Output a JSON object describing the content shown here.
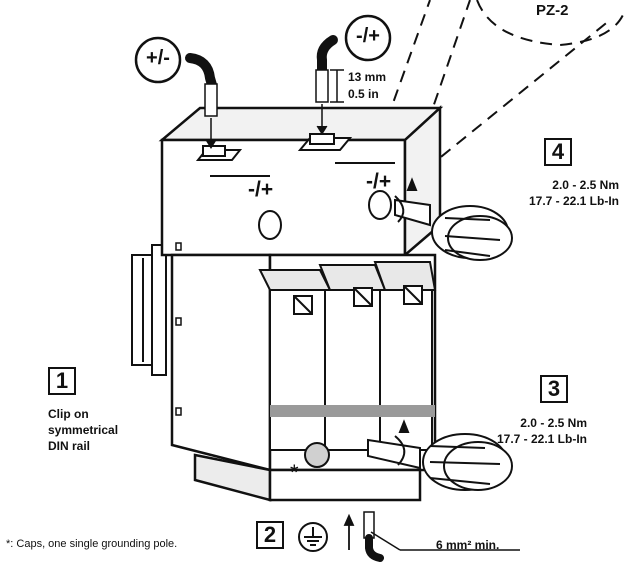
{
  "screwdriver": {
    "label": "PZ-2"
  },
  "wires": {
    "left_polarity": "+/-",
    "right_polarity": "-/+",
    "strip_length_mm": "13 mm",
    "strip_length_in": "0.5 in"
  },
  "terminals": {
    "left_label": "-/+",
    "right_label": "-/+"
  },
  "steps": {
    "step1": {
      "number": "1",
      "line1": "Clip on",
      "line2": "symmetrical",
      "line3": "DIN rail"
    },
    "step2": {
      "number": "2",
      "wire_min": "6 mm² min."
    },
    "step3": {
      "number": "3",
      "torque_nm": "2.0 - 2.5 Nm",
      "torque_lbin": "17.7 - 22.1 Lb-In"
    },
    "step4": {
      "number": "4",
      "torque_nm": "2.0 - 2.5 Nm",
      "torque_lbin": "17.7 - 22.1 Lb-In"
    }
  },
  "footnote": {
    "marker": "*",
    "text": "*: Caps, one single grounding pole."
  }
}
